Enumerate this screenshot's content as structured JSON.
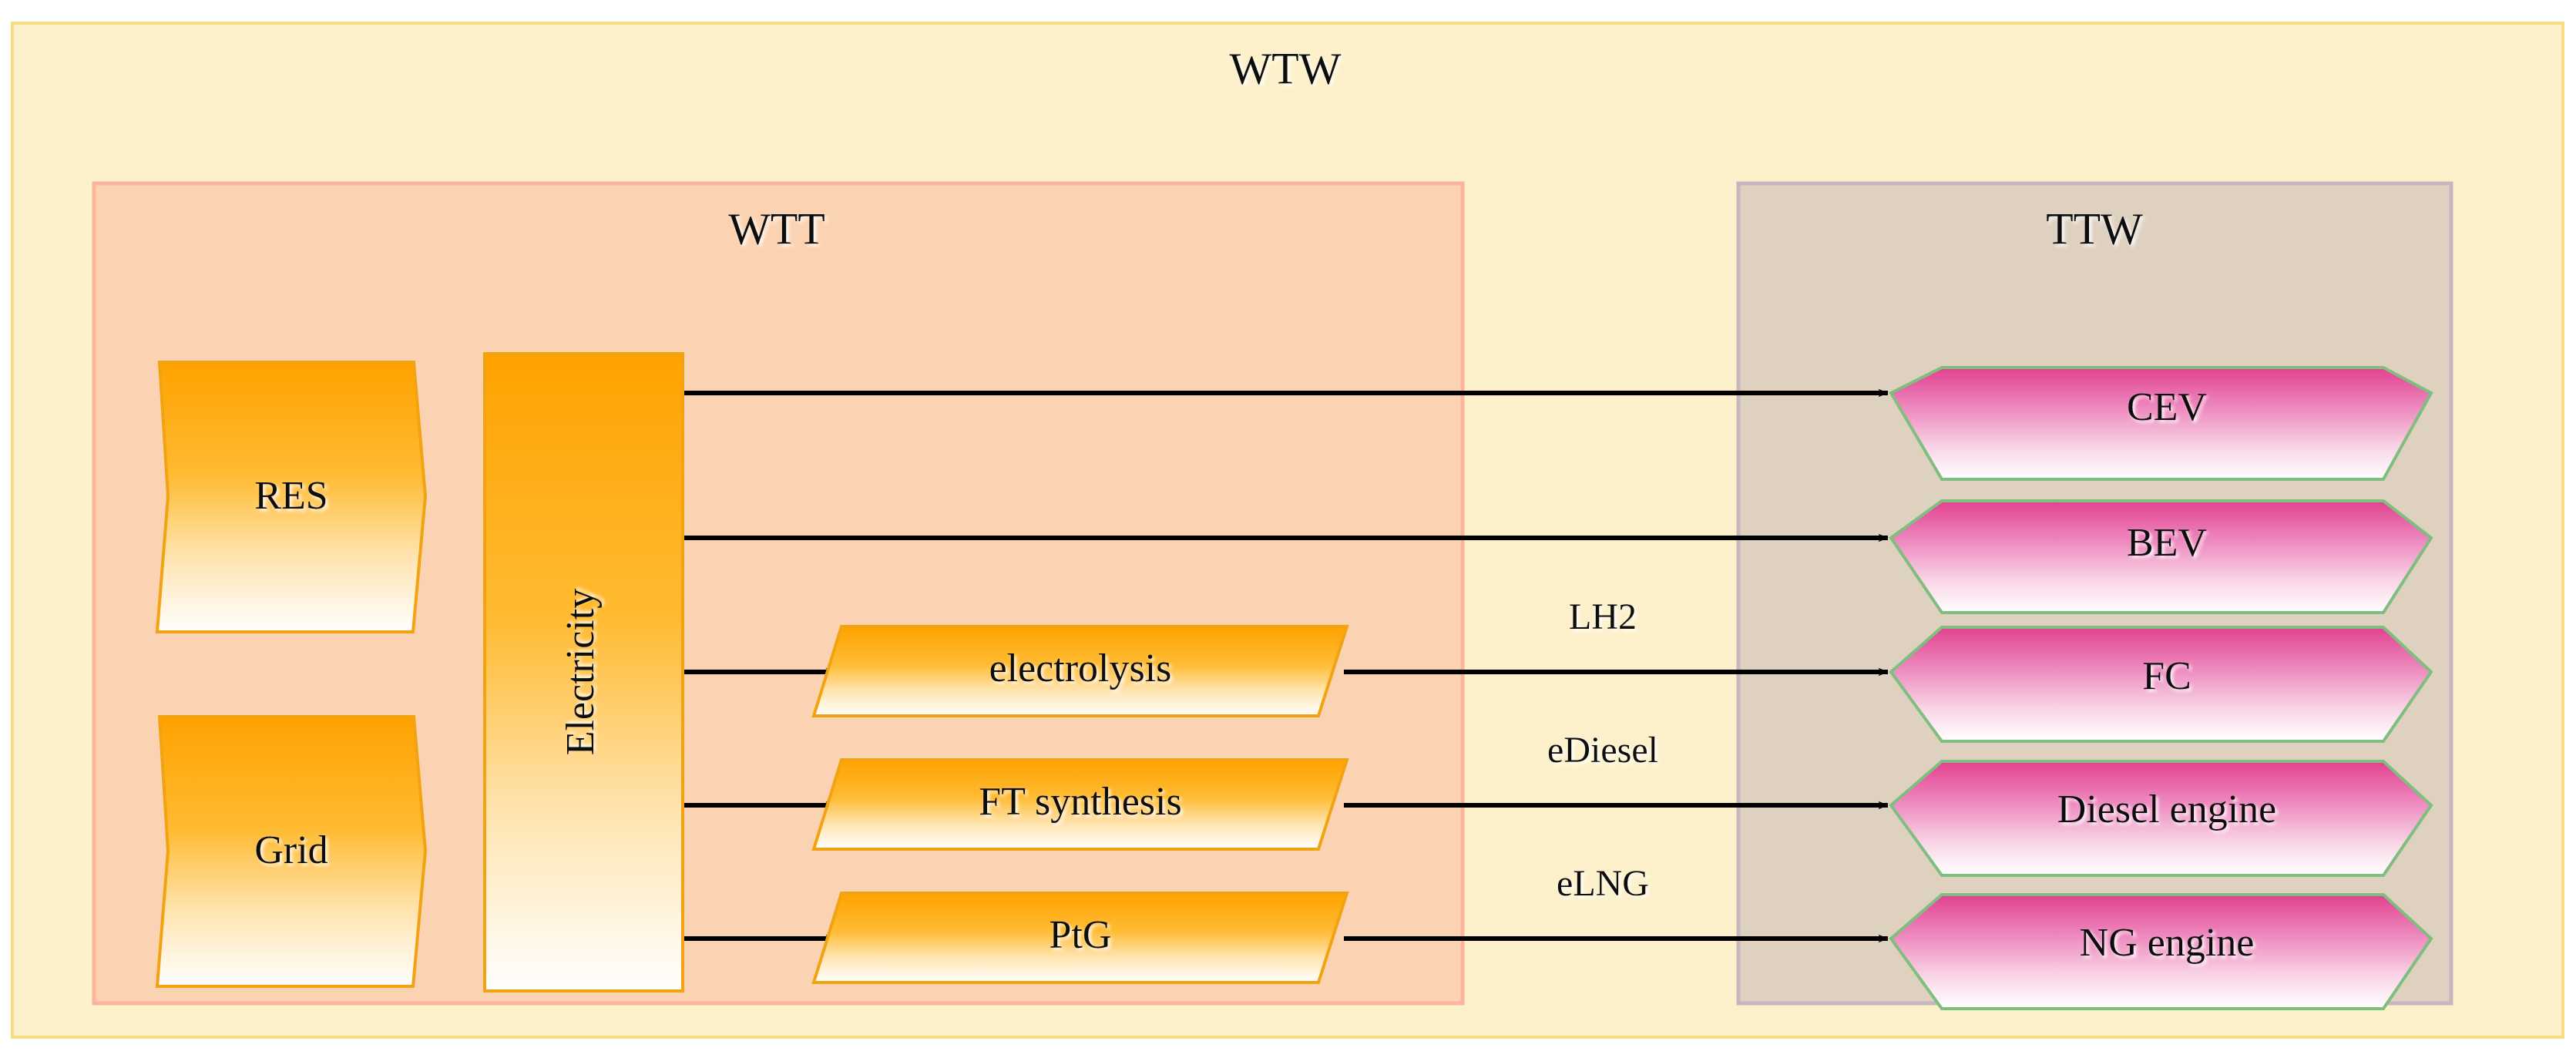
{
  "diagram": {
    "type": "flow-diagram",
    "outer_container": {
      "label": "WTW",
      "fill": "#fdf0c9",
      "border": "#f5d97a"
    },
    "wtt_container": {
      "label": "WTT",
      "fill": "#fbd4b4",
      "border": "#fbb6a0"
    },
    "ttw_container": {
      "label": "TTW",
      "fill": "#ded2c1",
      "border": "#c5b7c0"
    },
    "colors": {
      "energy_fill_top": "#ffa500",
      "energy_fill_bottom": "#ffffff",
      "energy_border": "#f0a30a",
      "vehicle_fill_top": "#e4529e",
      "vehicle_fill_bottom": "#ffffff",
      "vehicle_border": "#79bd79",
      "arrow": "#000000",
      "text": "#0d0d0d"
    },
    "sources": [
      {
        "id": "res",
        "label": "RES"
      },
      {
        "id": "grid",
        "label": "Grid"
      }
    ],
    "carrier_node": {
      "id": "electricity",
      "label": "Electricity",
      "orientation": "vertical"
    },
    "processes": [
      {
        "id": "electrolysis",
        "label": "electrolysis"
      },
      {
        "id": "ft-synthesis",
        "label": "FT synthesis"
      },
      {
        "id": "ptg",
        "label": "PtG"
      }
    ],
    "energy_carriers": [
      {
        "id": "lh2",
        "label": "LH2"
      },
      {
        "id": "ediesel",
        "label": "eDiesel"
      },
      {
        "id": "elng",
        "label": "eLNG"
      }
    ],
    "vehicles": [
      {
        "id": "cev",
        "label": "CEV"
      },
      {
        "id": "bev",
        "label": "BEV"
      },
      {
        "id": "fc",
        "label": "FC"
      },
      {
        "id": "diesel-engine",
        "label": "Diesel engine"
      },
      {
        "id": "ng-engine",
        "label": "NG engine"
      }
    ],
    "connections": [
      {
        "from": "electricity",
        "to": "cev",
        "label": ""
      },
      {
        "from": "electricity",
        "to": "bev",
        "label": ""
      },
      {
        "from": "electricity",
        "to": "electrolysis",
        "label": ""
      },
      {
        "from": "electricity",
        "to": "ft-synthesis",
        "label": ""
      },
      {
        "from": "electricity",
        "to": "ptg",
        "label": ""
      },
      {
        "from": "electrolysis",
        "to": "fc",
        "label": "LH2"
      },
      {
        "from": "ft-synthesis",
        "to": "diesel-engine",
        "label": "eDiesel"
      },
      {
        "from": "ptg",
        "to": "ng-engine",
        "label": "eLNG"
      }
    ]
  }
}
